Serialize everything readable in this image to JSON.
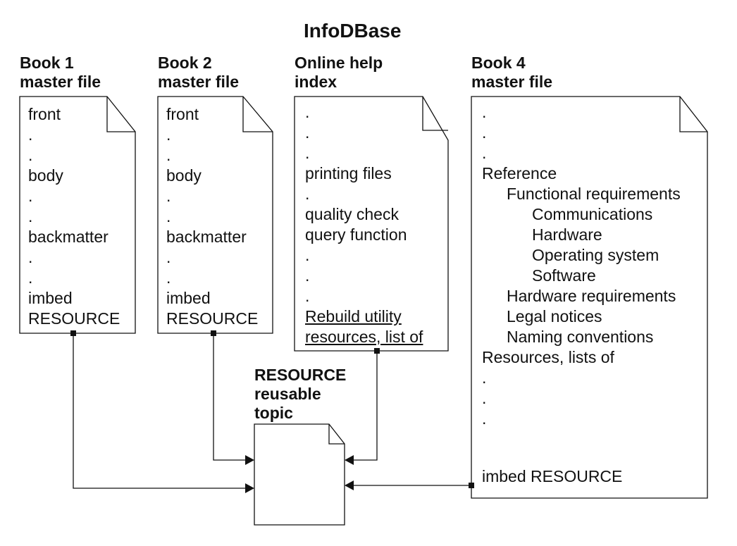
{
  "title": "InfoDBase",
  "book1": {
    "heading": [
      "Book 1",
      "master file"
    ],
    "lines": [
      "front",
      ".",
      ".",
      "body",
      ".",
      ".",
      "backmatter",
      ".",
      ".",
      "imbed",
      "RESOURCE"
    ]
  },
  "book2": {
    "heading": [
      "Book 2",
      "master file"
    ],
    "lines": [
      "front",
      ".",
      ".",
      "body",
      ".",
      ".",
      "backmatter",
      ".",
      ".",
      "imbed",
      "RESOURCE"
    ]
  },
  "help": {
    "heading": [
      "Online help",
      "index"
    ],
    "lines": [
      ".",
      ".",
      ".",
      "printing files",
      ".",
      "quality check",
      "query function",
      ".",
      ".",
      ".",
      "Rebuild utility",
      "resources, list of"
    ]
  },
  "book4": {
    "heading": [
      "Book 4",
      "master file"
    ],
    "lines": [
      ".",
      ".",
      ".",
      "Reference",
      "Functional requirements",
      "Communications",
      "Hardware",
      "Operating system",
      "Software",
      "Hardware requirements",
      "Legal notices",
      "Naming conventions",
      "Resources, lists of",
      ".",
      ".",
      "."
    ],
    "imbed": "imbed RESOURCE"
  },
  "resource": {
    "heading": [
      "RESOURCE",
      "reusable",
      "topic"
    ]
  }
}
